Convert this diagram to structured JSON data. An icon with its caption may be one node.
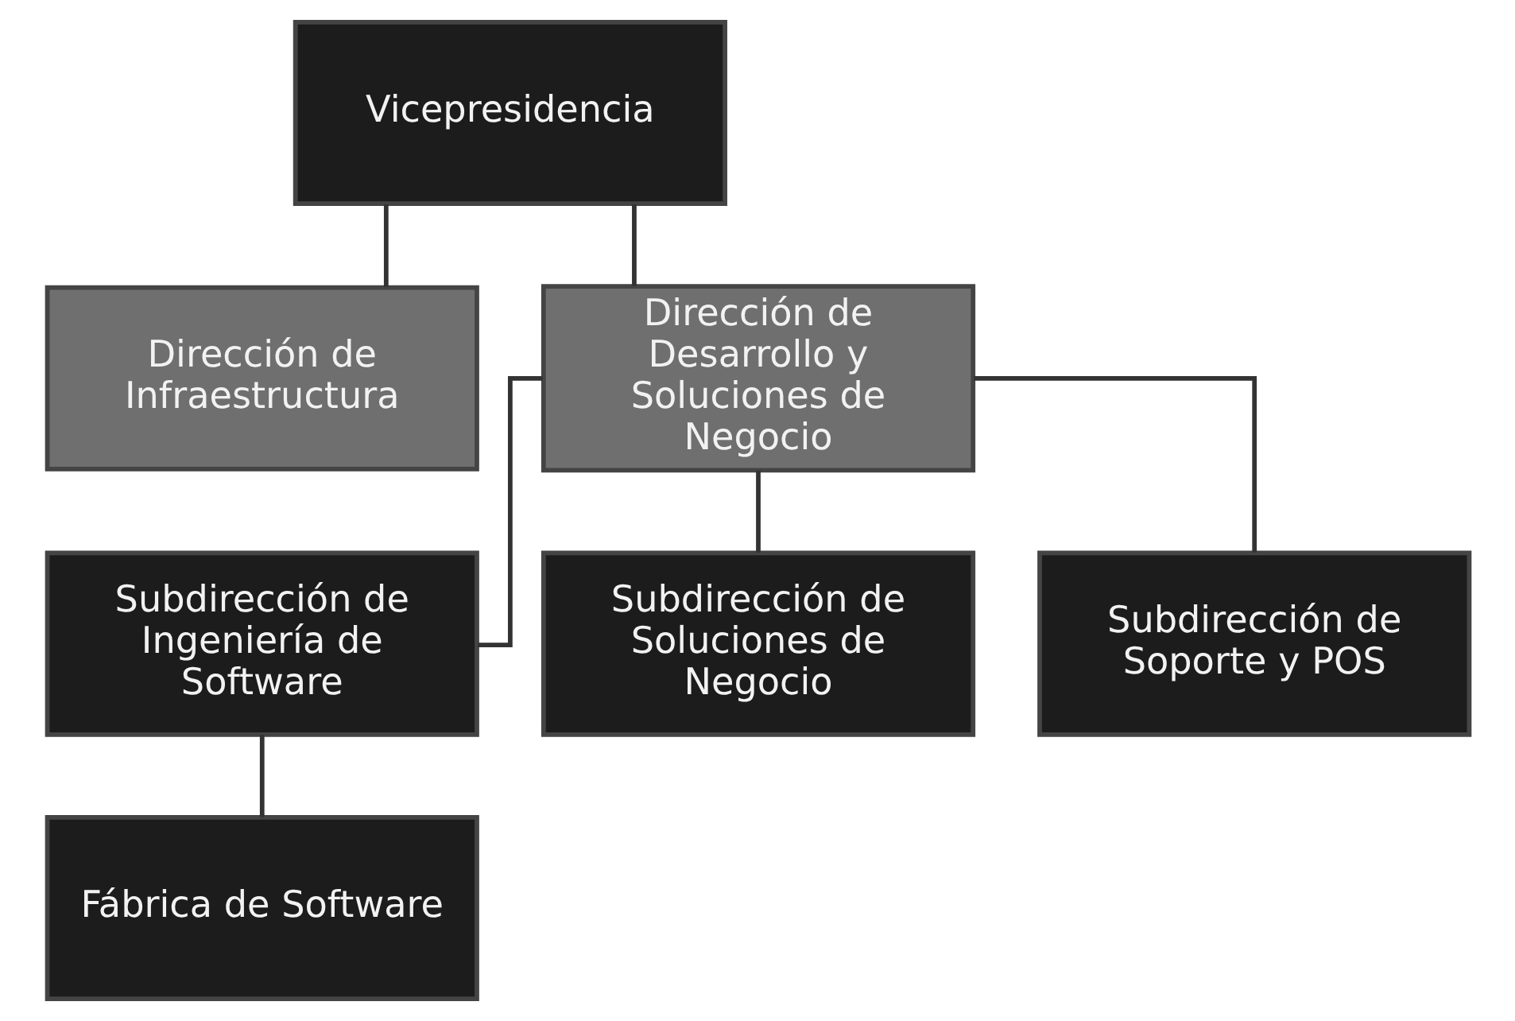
{
  "diagram": {
    "nodes": [
      {
        "text": [
          "Vicepresidencia"
        ]
      },
      {
        "text": [
          "Dirección de Infraestructura"
        ]
      },
      {
        "text": [
          "Dirección de Desarrollo y Soluciones de Negocio"
        ]
      },
      {
        "text": [
          "Subdirección de Ingeniería de Software"
        ]
      },
      {
        "text": [
          "Subdirección de Soluciones de Negocio"
        ]
      },
      {
        "text": [
          "Subdirección de Soporte y POS"
        ]
      },
      {
        "text": [
          "Fábrica de Software"
        ]
      }
    ],
    "edges": [
      {
        "from": 0,
        "to": 1,
        "arrow": "none"
      },
      {
        "from": 0,
        "to": 2,
        "arrow": "none"
      },
      {
        "from": 2,
        "to": 3,
        "arrow": "none"
      },
      {
        "from": 2,
        "to": 4,
        "arrow": "none"
      },
      {
        "from": 2,
        "to": 5,
        "arrow": "none"
      },
      {
        "from": 3,
        "to": 6,
        "arrow": "none"
      }
    ]
  }
}
